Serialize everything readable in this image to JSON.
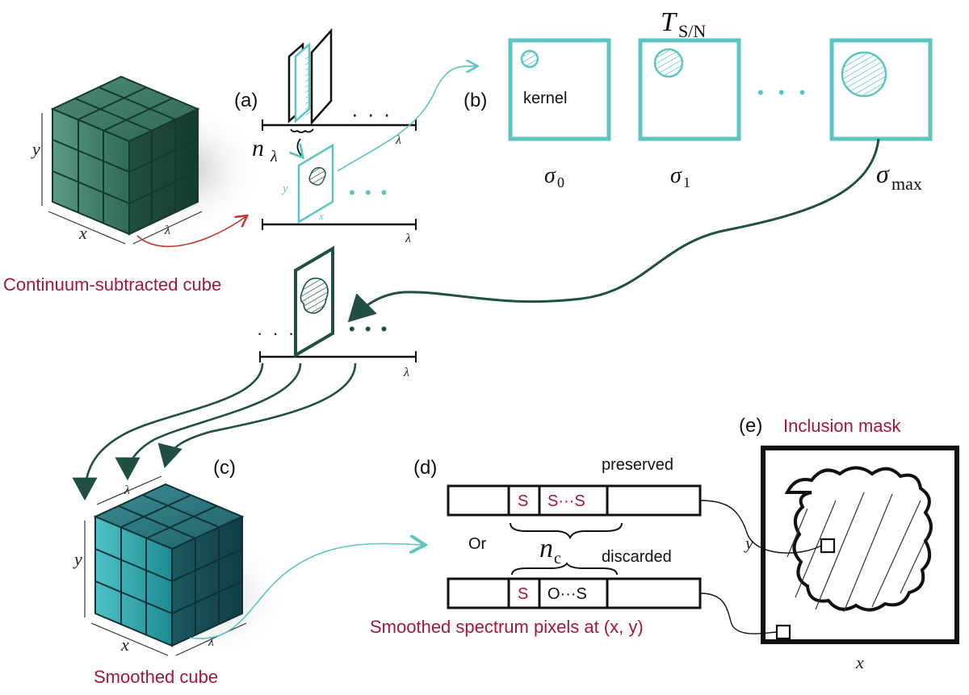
{
  "labels": {
    "a": "(a)",
    "b": "(b)",
    "c": "(c)",
    "d": "(d)",
    "e": "(e)",
    "continuum_cube": "Continuum-subtracted cube",
    "smoothed_cube": "Smoothed cube",
    "inclusion_mask": "Inclusion mask",
    "smoothed_spectrum": "Smoothed spectrum pixels at (x, y)",
    "kernel": "kernel",
    "preserved": "preserved",
    "discarded": "discarded",
    "or": "Or"
  },
  "symbols": {
    "n_lambda_base": "n",
    "n_lambda_sub": "λ",
    "t_sn_base": "T",
    "t_sn_sub": "S/N",
    "sigma_0_base": "σ",
    "sigma_0_sub": "0",
    "sigma_1_base": "σ",
    "sigma_1_sub": "1",
    "sigma_max_base": "σ",
    "sigma_max_sub": "max",
    "n_c_base": "n",
    "n_c_sub": "c"
  },
  "spectra": {
    "preserved_cells": [
      "S",
      "S···S"
    ],
    "discarded_cells": [
      "S",
      "O···S"
    ]
  },
  "ellipsis": {
    "dots": "· · ·",
    "dots_big": "• • •"
  },
  "axes": {
    "x": "x",
    "y": "y",
    "lambda": "λ"
  },
  "colors": {
    "red": "#a3173a",
    "teal": "#5cc5c0",
    "dark_green": "#1f4f45",
    "cube1_face": "#3f7d6a",
    "cube2_face": "#2f8f98"
  }
}
